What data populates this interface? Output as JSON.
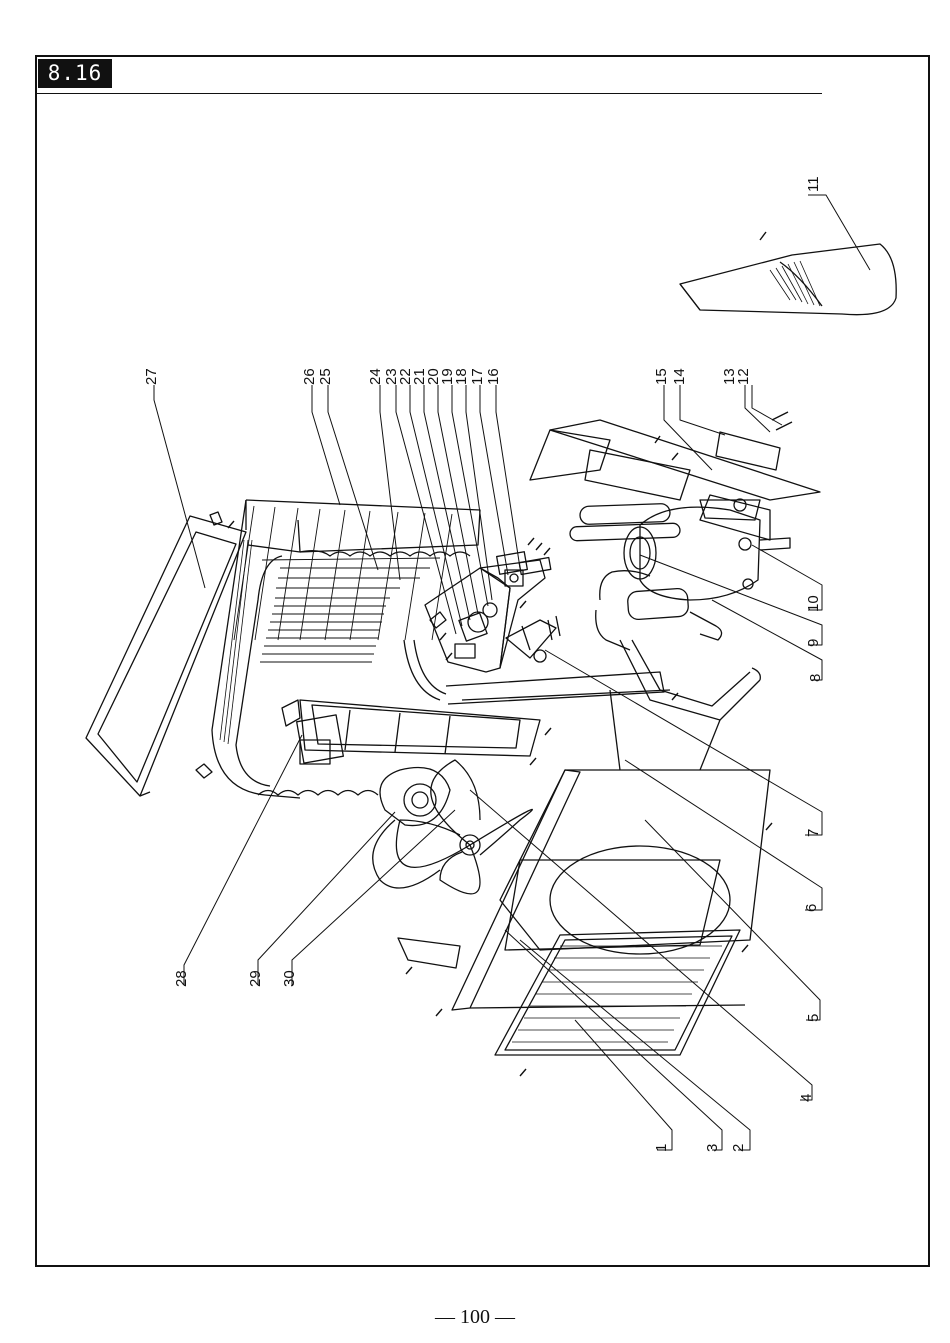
{
  "section": "8.16",
  "page_number": "— 100 —",
  "callouts": [
    {
      "id": "c1",
      "label": "1"
    },
    {
      "id": "c2",
      "label": "2"
    },
    {
      "id": "c3",
      "label": "3"
    },
    {
      "id": "c4",
      "label": "4"
    },
    {
      "id": "c5",
      "label": "5"
    },
    {
      "id": "c6",
      "label": "6"
    },
    {
      "id": "c7",
      "label": "7"
    },
    {
      "id": "c8",
      "label": "8"
    },
    {
      "id": "c9",
      "label": "9"
    },
    {
      "id": "c10",
      "label": "10"
    },
    {
      "id": "c11",
      "label": "11"
    },
    {
      "id": "c12",
      "label": "12"
    },
    {
      "id": "c13",
      "label": "13"
    },
    {
      "id": "c14",
      "label": "14"
    },
    {
      "id": "c15",
      "label": "15"
    },
    {
      "id": "c16",
      "label": "16"
    },
    {
      "id": "c17",
      "label": "17"
    },
    {
      "id": "c18",
      "label": "18"
    },
    {
      "id": "c19",
      "label": "19"
    },
    {
      "id": "c20",
      "label": "20"
    },
    {
      "id": "c21",
      "label": "21"
    },
    {
      "id": "c22",
      "label": "22"
    },
    {
      "id": "c23",
      "label": "23"
    },
    {
      "id": "c24",
      "label": "24"
    },
    {
      "id": "c25",
      "label": "25"
    },
    {
      "id": "c26",
      "label": "26"
    },
    {
      "id": "c27",
      "label": "27"
    },
    {
      "id": "c28",
      "label": "28"
    },
    {
      "id": "c29",
      "label": "29"
    },
    {
      "id": "c30",
      "label": "30"
    }
  ]
}
